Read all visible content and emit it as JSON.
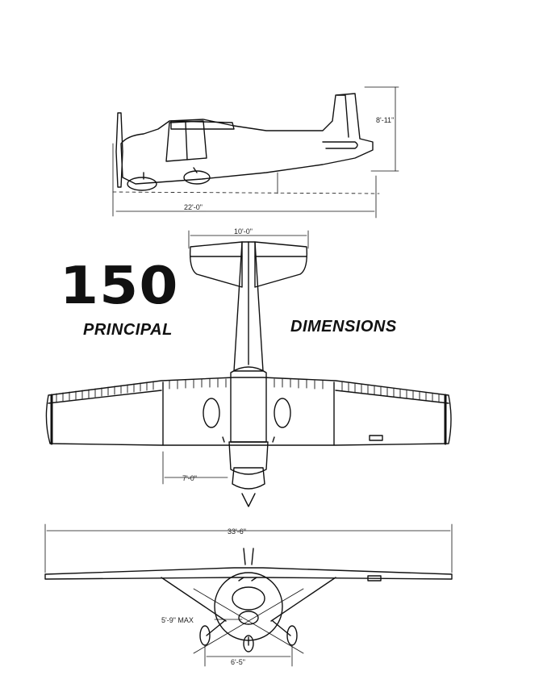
{
  "title": {
    "model": "150",
    "word1": "PRINCIPAL",
    "word2": "DIMENSIONS"
  },
  "dimensions": {
    "height": "8'-11\"",
    "length": "22'-0\"",
    "stabilizer_span": "10'-0\"",
    "wing_span": "33'-6\"",
    "tread": "6'-5\"",
    "root_to_gear": "7'-0\"",
    "prop_clearance": "5'-9\" MAX"
  },
  "colors": {
    "ink": "#111111",
    "paper": "#ffffff"
  }
}
